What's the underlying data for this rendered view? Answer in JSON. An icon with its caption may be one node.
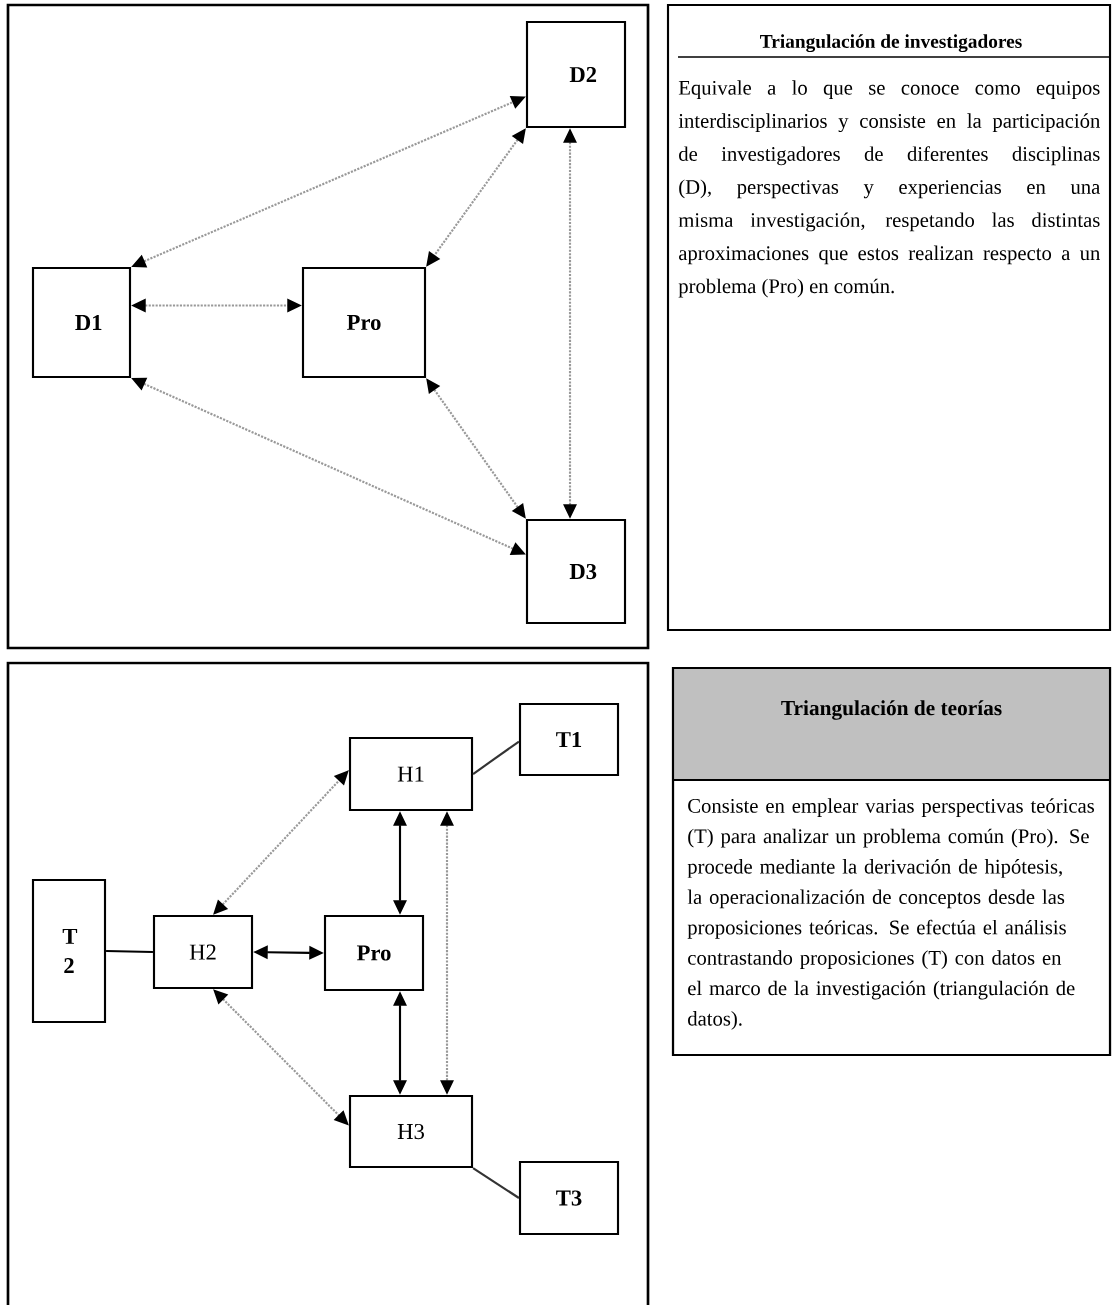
{
  "diagram": {
    "nodes": [
      {
        "text": [
          "D2"
        ]
      },
      {
        "text": [
          "D1"
        ]
      },
      {
        "text": [
          "Pro"
        ]
      },
      {
        "text": [
          "D3"
        ]
      },
      {
        "text": [
          "Triangulación de investigadores",
          "Equivale a lo que se conoce como equipos interdisciplinarios y consiste en la participación de investigadores de diferentes disciplinas (D), perspectivas y experiencias en una misma investigación, respetando las distintas aproximaciones que estos realizan respecto a un problema (Pro) en común."
        ]
      },
      {
        "text": [
          "H1"
        ]
      },
      {
        "text": [
          "T1"
        ]
      },
      {
        "text": [
          "T 2"
        ]
      },
      {
        "text": [
          "H2"
        ]
      },
      {
        "text": [
          "Pro"
        ]
      },
      {
        "text": [
          "H3"
        ]
      },
      {
        "text": [
          "T3"
        ]
      },
      {
        "text": [
          "Triangulación de teorías",
          "Consiste en emplear varias perspectivas teóricas (T) para analizar un problema común (Pro). Se procede mediante la derivación de hipótesis, la operacionalización de conceptos desde las proposiciones teóricas. Se efectúa el análisis contrastando proposiciones (T) con datos en el marco de la investigación (triangulación de datos)."
        ]
      }
    ],
    "edges": [
      {
        "from": 1,
        "to": 0,
        "arrow": "both",
        "style": "dashed",
        "color": "#999999"
      },
      {
        "from": 0,
        "to": 2,
        "arrow": "both",
        "style": "dashed",
        "color": "#999999"
      },
      {
        "from": 0,
        "to": 3,
        "arrow": "both",
        "style": "dashed",
        "color": "#999999"
      },
      {
        "from": 1,
        "to": 2,
        "arrow": "both",
        "style": "dashed",
        "color": "#999999"
      },
      {
        "from": 1,
        "to": 3,
        "arrow": "both",
        "style": "dashed",
        "color": "#999999"
      },
      {
        "from": 2,
        "to": 3,
        "arrow": "both",
        "style": "dashed",
        "color": "#999999"
      },
      {
        "from": 8,
        "to": 5,
        "arrow": "both",
        "style": "dashed",
        "color": "#999999"
      },
      {
        "from": 8,
        "to": 10,
        "arrow": "both",
        "style": "dashed",
        "color": "#999999"
      },
      {
        "from": 5,
        "to": 10,
        "arrow": "both",
        "style": "dashed",
        "color": "#999999"
      },
      {
        "from": 8,
        "to": 9,
        "arrow": "both",
        "color": "#000000"
      },
      {
        "from": 5,
        "to": 9,
        "arrow": "both",
        "color": "#000000"
      },
      {
        "from": 9,
        "to": 10,
        "arrow": "both",
        "color": "#000000"
      },
      {
        "from": 6,
        "to": 5,
        "arrow": "none",
        "color": "#333333"
      },
      {
        "from": 7,
        "to": 8,
        "arrow": "none",
        "color": "#000000"
      },
      {
        "from": 11,
        "to": 10,
        "arrow": "none",
        "color": "#333333"
      }
    ]
  }
}
